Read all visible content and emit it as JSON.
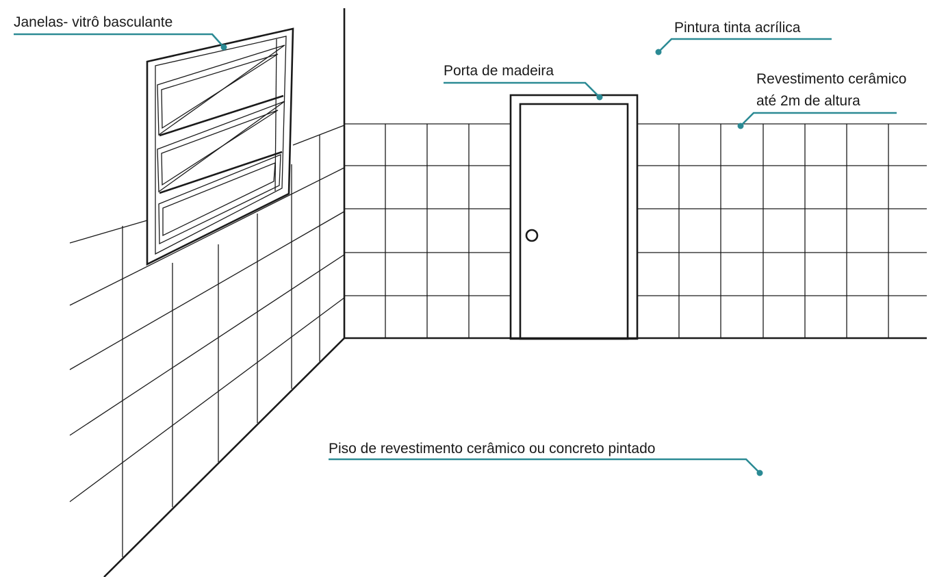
{
  "colors": {
    "accent": "#2b8a94",
    "line": "#1a1a1a",
    "background": "#ffffff"
  },
  "labels": {
    "window": "Janelas- vitrô basculante",
    "paint": "Pintura tinta acrílica",
    "door": "Porta de madeira",
    "tile_wall_line1": "Revestimento cerâmico",
    "tile_wall_line2": "até 2m de altura",
    "floor": "Piso de revestimento cerâmico ou concreto pintado"
  }
}
